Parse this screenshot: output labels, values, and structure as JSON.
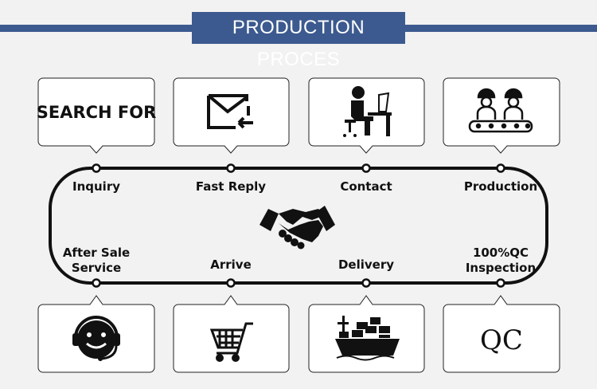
{
  "banner": {
    "title": "PRODUCTION PROCES"
  },
  "top_boxes": [
    {
      "icon": "search-for-text-icon",
      "text": "SEARCH FOR"
    },
    {
      "icon": "envelope-reply-icon"
    },
    {
      "icon": "person-at-desk-icon"
    },
    {
      "icon": "factory-workers-icon"
    }
  ],
  "bottom_boxes": [
    {
      "icon": "headset-support-icon"
    },
    {
      "icon": "shopping-cart-icon"
    },
    {
      "icon": "cargo-ship-icon"
    },
    {
      "icon": "qc-icon",
      "text": "QC"
    }
  ],
  "steps_top": [
    "Inquiry",
    "Fast Reply",
    "Contact",
    "Production"
  ],
  "steps_bottom": [
    {
      "line1": "After Sale",
      "line2": "Service"
    },
    {
      "line1": "",
      "line2": "Arrive"
    },
    {
      "line1": "",
      "line2": "Delivery"
    },
    {
      "line1": "100%QC",
      "line2": "Inspection"
    }
  ],
  "center_icon": "handshake-icon",
  "colors": {
    "banner": "#3c5a8f",
    "background": "#f2f2f2",
    "stroke": "#111111"
  }
}
